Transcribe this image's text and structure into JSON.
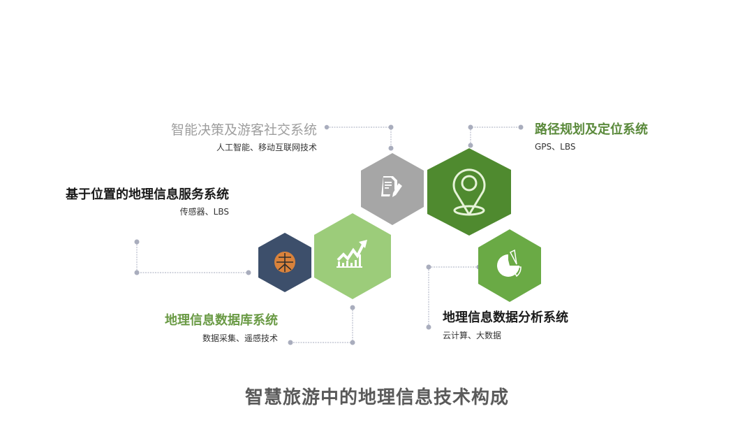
{
  "diagram": {
    "caption": "智慧旅游中的地理信息技术构成",
    "nodes": [
      {
        "id": "decision-social",
        "title": "智能决策及游客社交系统",
        "subtitle": "人工智能、移动互联网技术",
        "title_color": "#9e9e9e",
        "hex_color": "#a6a6a6",
        "icon": "document-edit-icon"
      },
      {
        "id": "route-positioning",
        "title": "路径规划及定位系统",
        "subtitle": "GPS、LBS",
        "title_color": "#5b8a3c",
        "hex_color": "#4f8a2f",
        "icon": "location-pin-icon"
      },
      {
        "id": "lbs-gis-service",
        "title": "基于位置的地理信息服务系统",
        "subtitle": "传感器、LBS",
        "title_color": "#1a1a1a",
        "hex_color": "#3d4f6b",
        "icon": "basketball-icon",
        "icon_color": "#d9823b"
      },
      {
        "id": "gis-database",
        "title": "地理信息数据库系统",
        "subtitle": "数据采集、遥感技术",
        "title_color": "#6a9a45",
        "hex_color": "#9ccc7a",
        "icon": "trend-chart-icon"
      },
      {
        "id": "gis-analysis",
        "title": "地理信息数据分析系统",
        "subtitle": "云计算、大数据",
        "title_color": "#1a1a1a",
        "hex_color": "#6aaa45",
        "icon": "pie-chart-icon"
      }
    ],
    "connector_color": "#b8bccb"
  }
}
